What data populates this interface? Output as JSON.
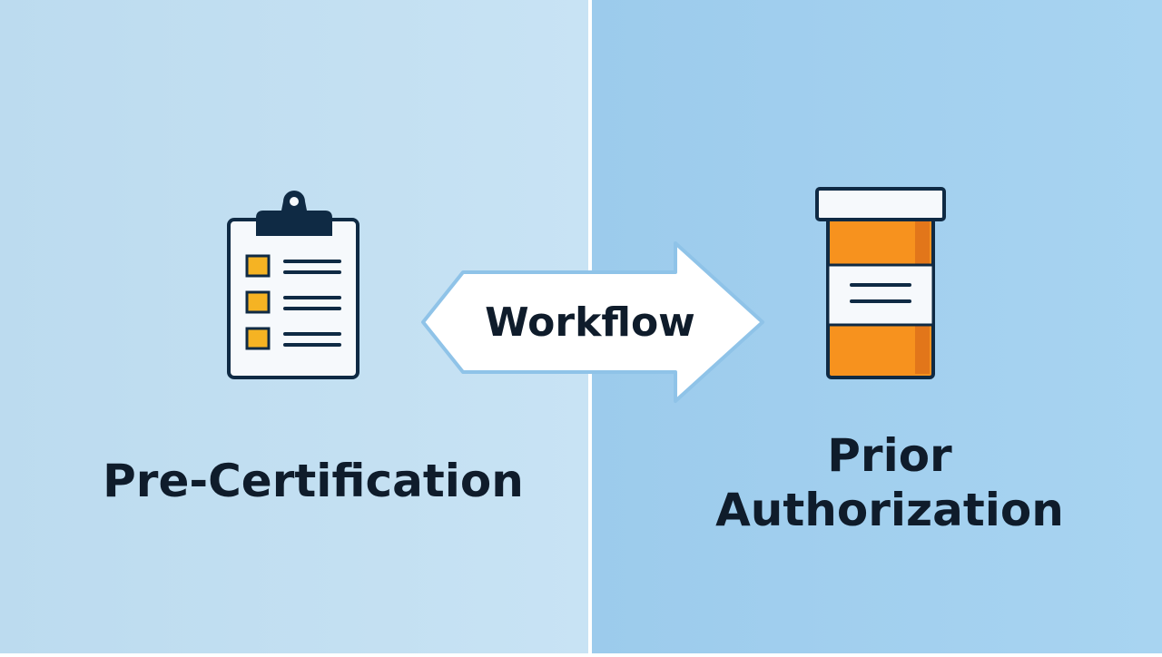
{
  "colors": {
    "left_bg_start": "#bcdbef",
    "left_bg_end": "#c6e2f3",
    "right_bg_start": "#9ccbec",
    "right_bg_end": "#a6d3f1",
    "navy": "#0f2a44",
    "checkbox": "#f5b323",
    "bottle": "#f7921e",
    "arrow_fill": "#ffffff",
    "arrow_stroke": "#8fc3e8"
  },
  "icons": {
    "left": "clipboard-checklist-icon",
    "right": "pill-bottle-icon",
    "center": "double-arrow-icon"
  },
  "left": {
    "label": "Pre-Certification"
  },
  "center": {
    "label": "Workflow"
  },
  "right": {
    "label_line1": "Prior",
    "label_line2": "Authorization"
  }
}
